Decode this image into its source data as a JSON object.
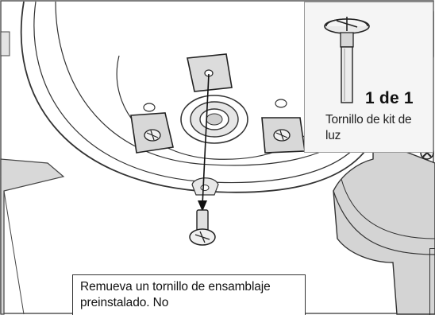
{
  "callout": {
    "count_label": "1 de 1",
    "part_name": "Tornillo de kit de luz"
  },
  "instruction": {
    "text": "Remueva un tornillo de ensamblaje preinstalado. No"
  }
}
